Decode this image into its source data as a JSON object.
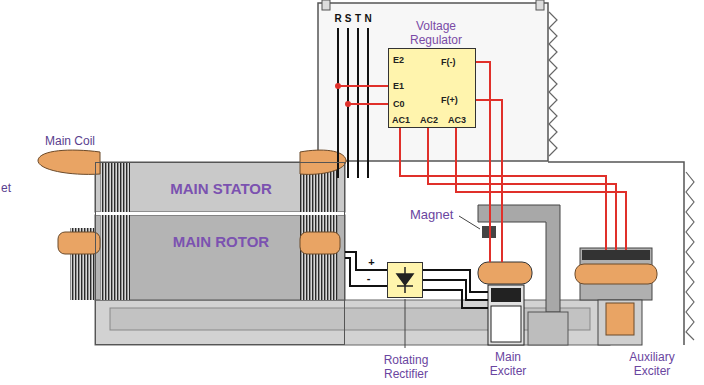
{
  "diagram": {
    "nodes": [
      {
        "text": [
          "Voltage Regulator",
          "E2",
          "E1",
          "C0",
          "F(-)",
          "F(+)",
          "AC1",
          "AC2",
          "AC3"
        ]
      },
      {
        "text": [
          "MAIN STATOR",
          "MAIN ROTOR"
        ]
      },
      {
        "text": [
          "Rotating Rectifier"
        ]
      }
    ],
    "edges": [
      {
        "from": 2,
        "to": 1,
        "arrow": "none",
        "label": "+"
      },
      {
        "from": 2,
        "to": 1,
        "arrow": "none",
        "label": "-"
      }
    ],
    "labels": [
      "R",
      "S",
      "T",
      "N",
      "Main Coil",
      "et",
      "Magnet",
      "Main Exciter",
      "Auxiliary Exciter"
    ]
  }
}
